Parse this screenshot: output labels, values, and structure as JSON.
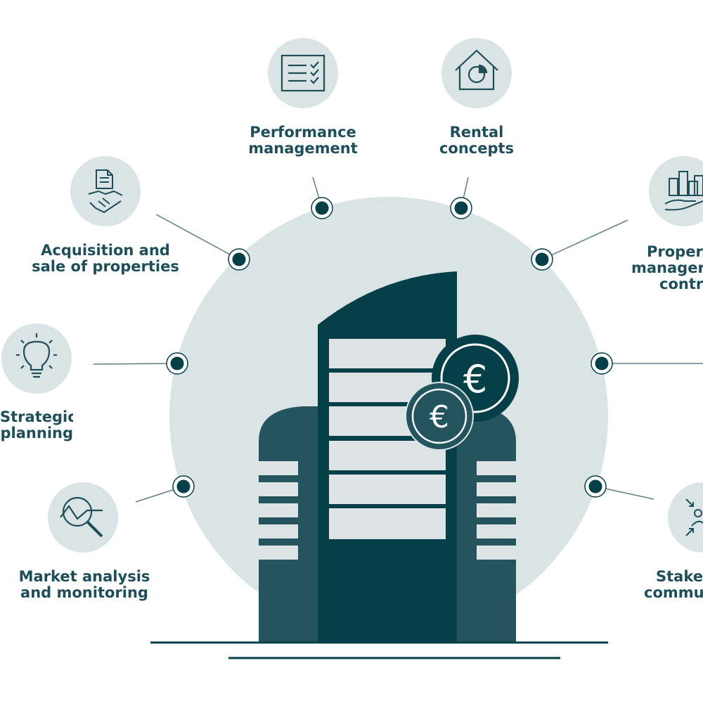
{
  "colors": {
    "circle": "#dbe4e5",
    "dark_teal": "#053f48",
    "mid_teal": "#24555f",
    "window": "#dce4e6",
    "text": "#1e4e5a",
    "icon": "#1e4e5a"
  },
  "services": [
    {
      "id": "performance",
      "icon": "checklist-icon",
      "lines": [
        "Performance",
        "management"
      ]
    },
    {
      "id": "rental",
      "icon": "house-chart-icon",
      "lines": [
        "Rental",
        "concepts"
      ]
    },
    {
      "id": "acquisition",
      "icon": "handshake-document-icon",
      "lines": [
        "Acquisition and",
        "sale of properties"
      ]
    },
    {
      "id": "property",
      "icon": "city-hand-icon",
      "lines": [
        "Proper",
        "manager",
        "contr"
      ]
    },
    {
      "id": "strategic",
      "icon": "lightbulb-icon",
      "lines": [
        "Strategic",
        "planning"
      ]
    },
    {
      "id": "market",
      "icon": "magnifier-chart-icon",
      "lines": [
        "Market analysis",
        "and monitoring"
      ]
    },
    {
      "id": "stakeholder",
      "icon": "people-arrows-icon",
      "lines": [
        "Stake",
        "commu"
      ]
    }
  ],
  "currency_symbol": "€"
}
